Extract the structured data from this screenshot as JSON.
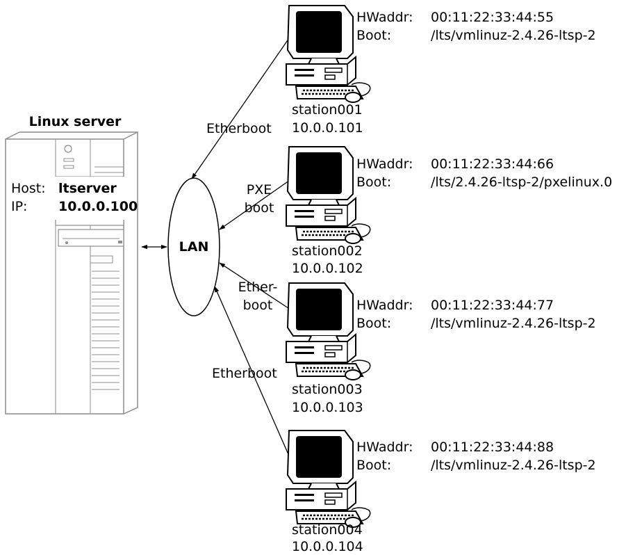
{
  "server": {
    "title": "Linux server",
    "host_label": "Host:",
    "host_value": "ltserver",
    "ip_label": "IP:",
    "ip_value": "10.0.0.100"
  },
  "lan": {
    "label": "LAN"
  },
  "links": {
    "station001": "Etherboot",
    "station002_line1": "PXE",
    "station002_line2": "boot",
    "station003_line1": "Ether-",
    "station003_line2": "boot",
    "station004": "Etherboot"
  },
  "stations": [
    {
      "name": "station001",
      "ip": "10.0.0.101",
      "hw_label": "HWaddr:",
      "hw_value": "00:11:22:33:44:55",
      "boot_label": "Boot:",
      "boot_value": "/lts/vmlinuz-2.4.26-ltsp-2"
    },
    {
      "name": "station002",
      "ip": "10.0.0.102",
      "hw_label": "HWaddr:",
      "hw_value": "00:11:22:33:44:66",
      "boot_label": "Boot:",
      "boot_value": "/lts/2.4.26-ltsp-2/pxelinux.0"
    },
    {
      "name": "station003",
      "ip": "10.0.0.103",
      "hw_label": "HWaddr:",
      "hw_value": "00:11:22:33:44:77",
      "boot_label": "Boot:",
      "boot_value": "/lts/vmlinuz-2.4.26-ltsp-2"
    },
    {
      "name": "station004",
      "ip": "10.0.0.104",
      "hw_label": "HWaddr:",
      "hw_value": "00:11:22:33:44:88",
      "boot_label": "Boot:",
      "boot_value": "/lts/vmlinuz-2.4.26-ltsp-2"
    }
  ]
}
